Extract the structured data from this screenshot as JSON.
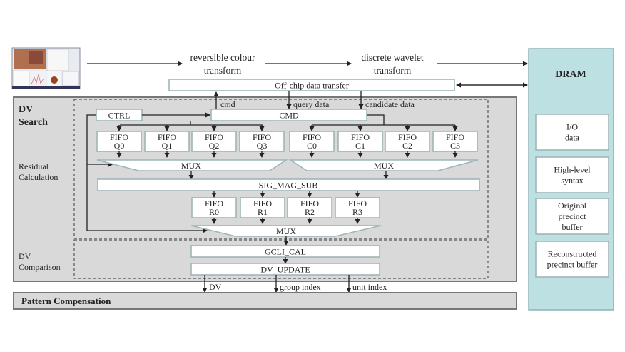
{
  "pipeline": {
    "stage1": [
      "reversible colour",
      "transform"
    ],
    "stage2": [
      "discrete wavelet",
      "transform"
    ],
    "offchip": "Off-chip data transfer"
  },
  "thumbnail": {
    "icon": "screen-content-thumbnail"
  },
  "dv_search": {
    "title": [
      "DV",
      "Search"
    ],
    "residual_label": [
      "Residual",
      "Calculation"
    ],
    "comparison_label": [
      "DV",
      "Comparison"
    ],
    "signals": {
      "cmd": "cmd",
      "query": "query data",
      "candidate": "candidate data"
    },
    "ctrl": "CTRL",
    "cmd_block": "CMD",
    "fifo_q": [
      [
        "FIFO",
        "Q0"
      ],
      [
        "FIFO",
        "Q1"
      ],
      [
        "FIFO",
        "Q2"
      ],
      [
        "FIFO",
        "Q3"
      ]
    ],
    "fifo_c": [
      [
        "FIFO",
        "C0"
      ],
      [
        "FIFO",
        "C1"
      ],
      [
        "FIFO",
        "C2"
      ],
      [
        "FIFO",
        "C3"
      ]
    ],
    "mux": "MUX",
    "sig_mag_sub": "SIG_MAG_SUB",
    "fifo_r": [
      [
        "FIFO",
        "R0"
      ],
      [
        "FIFO",
        "R1"
      ],
      [
        "FIFO",
        "R2"
      ],
      [
        "FIFO",
        "R3"
      ]
    ],
    "gcli_cal": "GCLI_CAL",
    "dv_update": "DV_UPDATE",
    "outputs": [
      "DV",
      "group index",
      "unit index"
    ]
  },
  "pattern_compensation": "Pattern Compensation",
  "dram": {
    "title": "DRAM",
    "items": [
      [
        "I/O",
        "data"
      ],
      [
        "High-level",
        "syntax"
      ],
      [
        "Original",
        "precinct",
        "buffer"
      ],
      [
        "Reconstructed",
        "precinct buffer"
      ]
    ]
  },
  "colors": {
    "panel_gray": "#d9d9d9",
    "dram_bg": "#bde0e3",
    "box_border": "#9fb5b7"
  }
}
